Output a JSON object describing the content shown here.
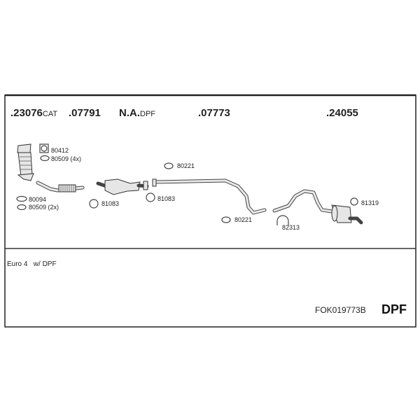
{
  "sections": [
    {
      "number": ".23076",
      "suffix": "CAT"
    },
    {
      "number": ".07791",
      "suffix": ""
    },
    {
      "number": "N.A.",
      "suffix": "DPF"
    },
    {
      "number": ".07773",
      "suffix": ""
    },
    {
      "number": ".24055",
      "suffix": ""
    }
  ],
  "parts": {
    "p80412": "80412",
    "p80509_4x": "80509 (4x)",
    "p80094": "80094",
    "p80509_2x": "80509 (2x)",
    "p81083_a": "81083",
    "p81083_b": "81083",
    "p80221_a": "80221",
    "p80221_b": "80221",
    "p82313": "82313",
    "p81319": "81319"
  },
  "footer": {
    "note": "Euro 4   w/ DPF",
    "kit_code": "FOK019773B",
    "badge": "DPF"
  }
}
